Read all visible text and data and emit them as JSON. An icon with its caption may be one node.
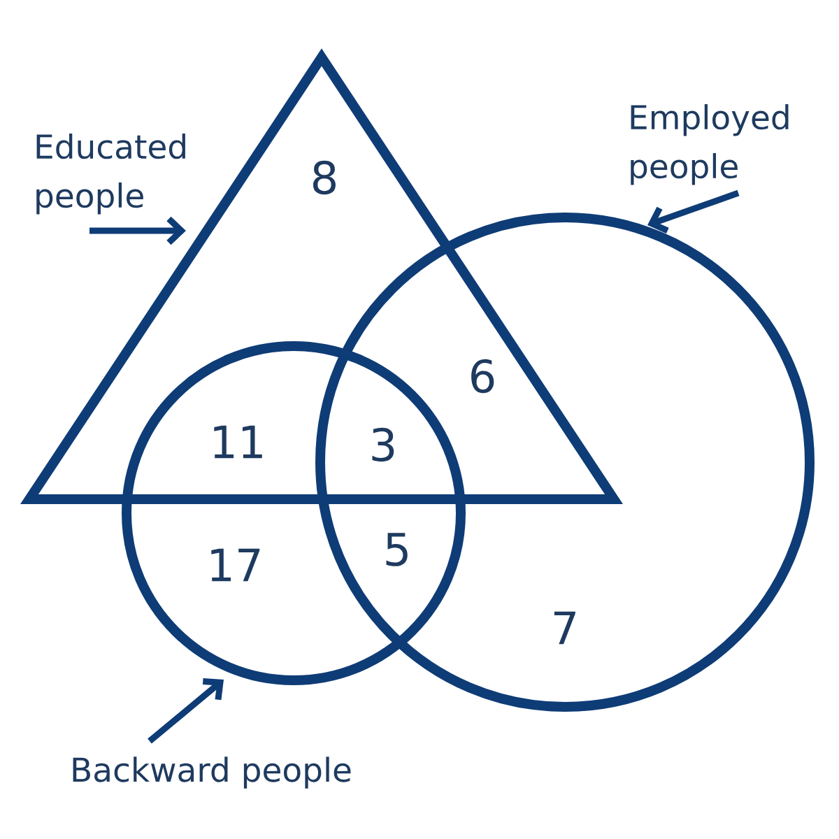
{
  "diagram": {
    "nodes": [
      {
        "text": [
          "Educated people"
        ]
      },
      {
        "text": [],
        "shape": "triangle"
      },
      {
        "text": [
          "Employed people"
        ]
      },
      {
        "text": [],
        "shape": "circle"
      },
      {
        "text": [],
        "shape": "circle"
      },
      {
        "text": [
          "Backward people"
        ]
      }
    ],
    "edges": [
      {
        "from": 0,
        "to": 1,
        "arrow": "to"
      },
      {
        "from": 2,
        "to": 3,
        "arrow": "to"
      },
      {
        "from": 5,
        "to": 4,
        "arrow": "to"
      }
    ],
    "labels": [
      "8",
      "6",
      "11",
      "3",
      "17",
      "5",
      "7"
    ]
  }
}
